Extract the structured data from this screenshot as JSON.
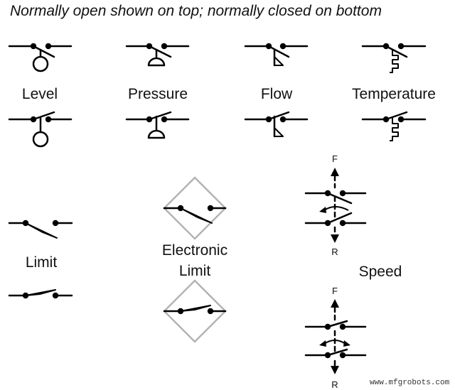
{
  "title": "Normally open shown on top; normally closed on bottom",
  "labels": {
    "level": "Level",
    "pressure": "Pressure",
    "flow": "Flow",
    "temperature": "Temperature",
    "limit": "Limit",
    "electronic_limit_line1": "Electronic",
    "electronic_limit_line2": "Limit",
    "speed": "Speed",
    "forward": "F",
    "reverse": "R"
  },
  "watermark": "www.mfgrobots.com",
  "icons": [
    "float-icon",
    "pressure-diaphragm-icon",
    "flow-paddle-icon",
    "temperature-bulb-icon",
    "limit-cam-icon",
    "electronic-limit-diamond-icon",
    "speed-arrow-icon"
  ]
}
